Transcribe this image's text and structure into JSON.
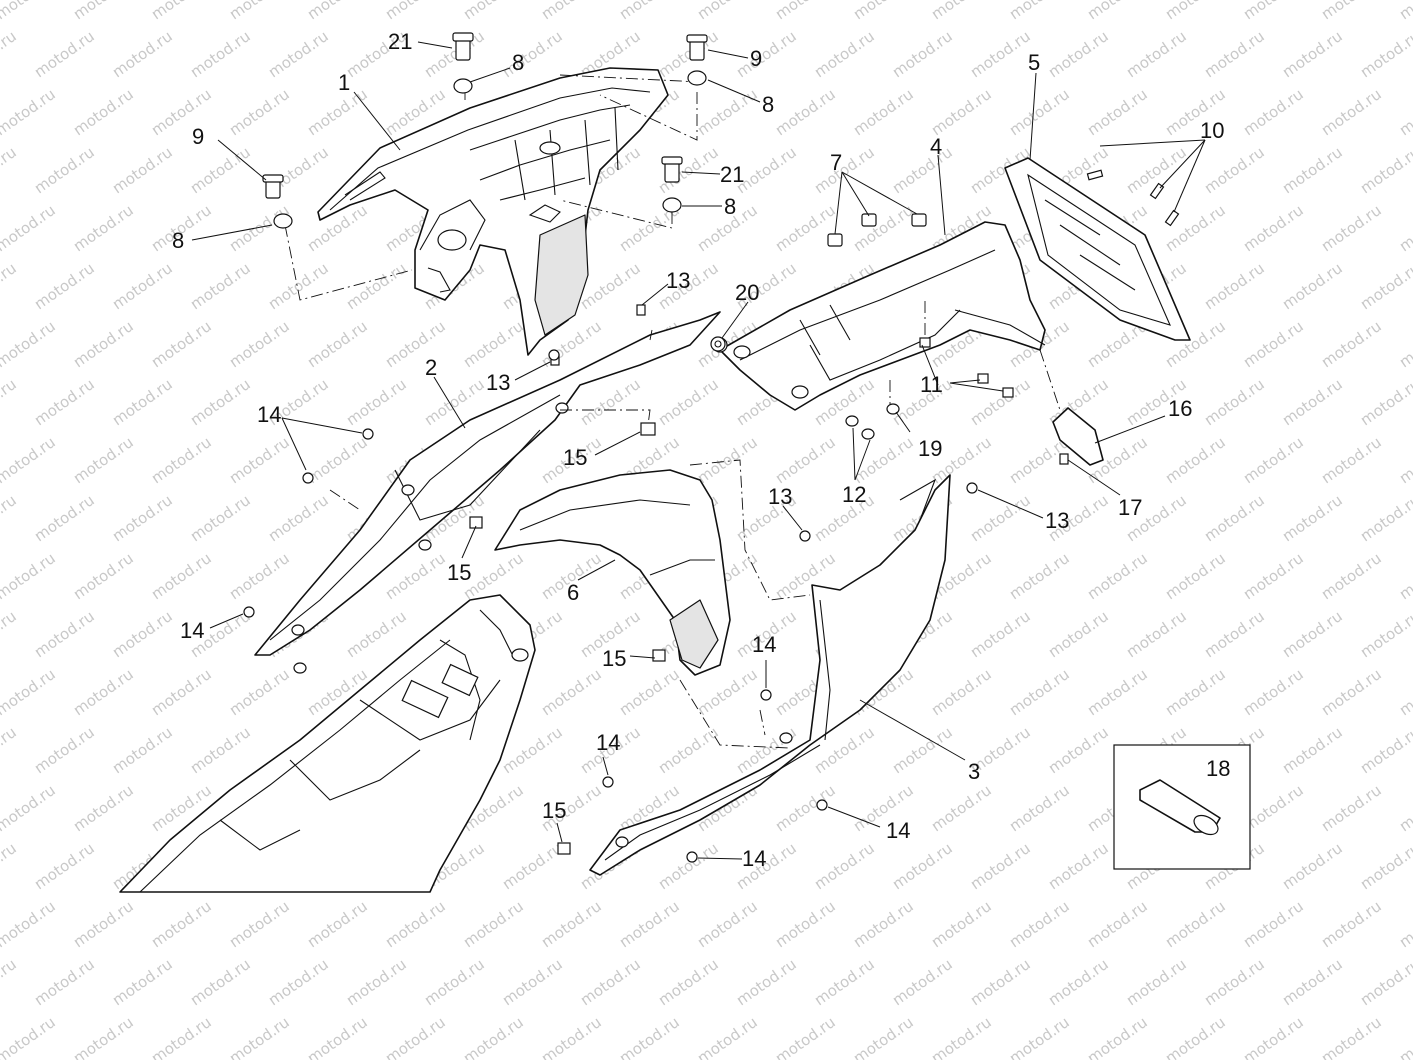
{
  "watermark": {
    "text": "motod.ru"
  },
  "callouts": [
    {
      "label": "21"
    },
    {
      "label": "8"
    },
    {
      "label": "9"
    },
    {
      "label": "8"
    },
    {
      "label": "1"
    },
    {
      "label": "9"
    },
    {
      "label": "21"
    },
    {
      "label": "8"
    },
    {
      "label": "8"
    },
    {
      "label": "5"
    },
    {
      "label": "10"
    },
    {
      "label": "7"
    },
    {
      "label": "4"
    },
    {
      "label": "13"
    },
    {
      "label": "20"
    },
    {
      "label": "2"
    },
    {
      "label": "13"
    },
    {
      "label": "14"
    },
    {
      "label": "11"
    },
    {
      "label": "16"
    },
    {
      "label": "15"
    },
    {
      "label": "19"
    },
    {
      "label": "12"
    },
    {
      "label": "13"
    },
    {
      "label": "17"
    },
    {
      "label": "13"
    },
    {
      "label": "6"
    },
    {
      "label": "15"
    },
    {
      "label": "14"
    },
    {
      "label": "15"
    },
    {
      "label": "14"
    },
    {
      "label": "3"
    },
    {
      "label": "14"
    },
    {
      "label": "18"
    },
    {
      "label": "15"
    },
    {
      "label": "14"
    },
    {
      "label": "14"
    }
  ],
  "colors": {
    "line": "#111111",
    "watermark": "#c8c8c8",
    "background": "#ffffff"
  }
}
